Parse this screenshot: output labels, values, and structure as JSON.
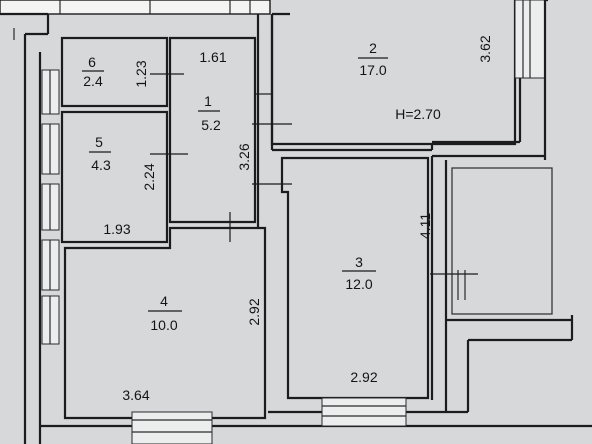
{
  "plan": {
    "height_note": "H=2.70",
    "rooms": [
      {
        "id": "1",
        "number": "1",
        "area": "5.2"
      },
      {
        "id": "2",
        "number": "2",
        "area": "17.0"
      },
      {
        "id": "3",
        "number": "3",
        "area": "12.0"
      },
      {
        "id": "4",
        "number": "4",
        "area": "10.0"
      },
      {
        "id": "5",
        "number": "5",
        "area": "4.3"
      },
      {
        "id": "6",
        "number": "6",
        "area": "2.4"
      }
    ],
    "dimensions": {
      "room6_height": "1.23",
      "room1_width": "1.61",
      "room1_height": "3.26",
      "room5_height": "2.24",
      "room5_width": "1.93",
      "room4_height": "2.92",
      "room4_width": "3.64",
      "room3_height": "4.11",
      "room3_width": "2.92",
      "room2_height": "3.62"
    }
  }
}
